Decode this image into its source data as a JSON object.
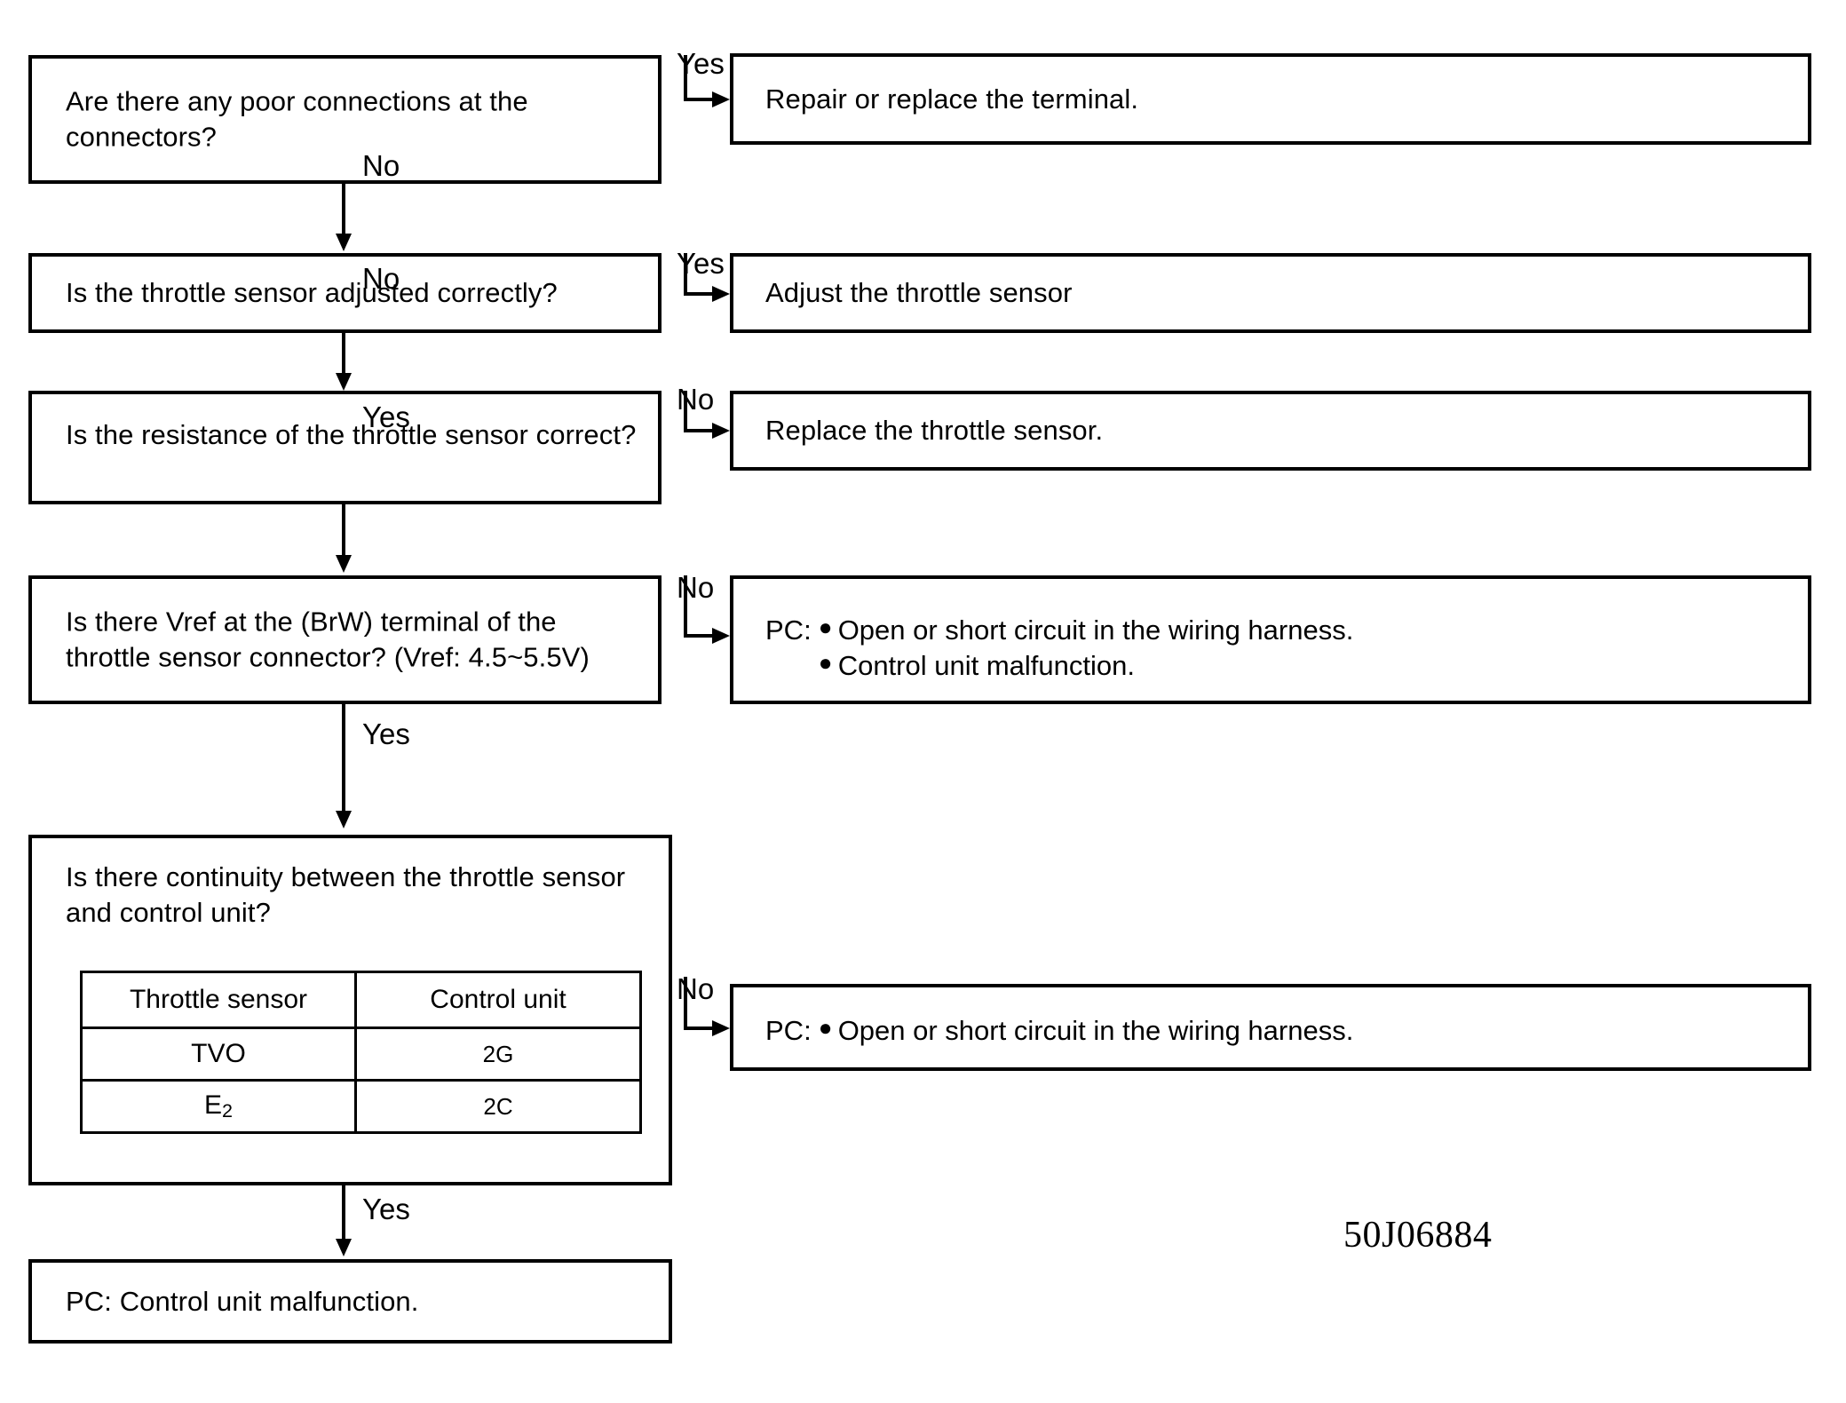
{
  "figure": {
    "code": "50J06884"
  },
  "nodes": {
    "q1": {
      "text": "Are there any poor connections at the connectors?"
    },
    "a1": {
      "text": "Repair or replace the terminal."
    },
    "q2": {
      "text": "Is the throttle sensor adjusted correctly?"
    },
    "a2": {
      "text": "Adjust the throttle sensor"
    },
    "q3": {
      "text": "Is the resistance of the throttle sensor correct?"
    },
    "a3": {
      "text": "Replace the throttle sensor."
    },
    "q4": {
      "text": "Is there Vref at the (BrW) terminal of the throttle sensor connector? (Vref: 4.5~5.5V)"
    },
    "a4": {
      "label": "PC:",
      "items": [
        "Open or short circuit in the wiring harness.",
        "Control unit malfunction."
      ]
    },
    "q5": {
      "text": "Is there continuity between the throttle sensor and control unit?"
    },
    "a5": {
      "label": "PC:",
      "items": [
        "Open or short circuit in the wiring harness."
      ]
    },
    "a6": {
      "text": "PC: Control unit malfunction."
    }
  },
  "continuity_table": {
    "headers": [
      "Throttle sensor",
      "Control unit"
    ],
    "rows": [
      {
        "sensor": "TVO",
        "unit": "2G"
      },
      {
        "sensor_main": "E",
        "sensor_sub": "2",
        "unit": "2C"
      }
    ]
  },
  "edges": {
    "q1_yes": "Yes",
    "q1_no": "No",
    "q2_yes": "Yes",
    "q2_no": "No",
    "q3_no": "No",
    "q3_yes": "Yes",
    "q4_no": "No",
    "q4_yes": "Yes",
    "q5_no": "No",
    "q5_yes": "Yes"
  }
}
